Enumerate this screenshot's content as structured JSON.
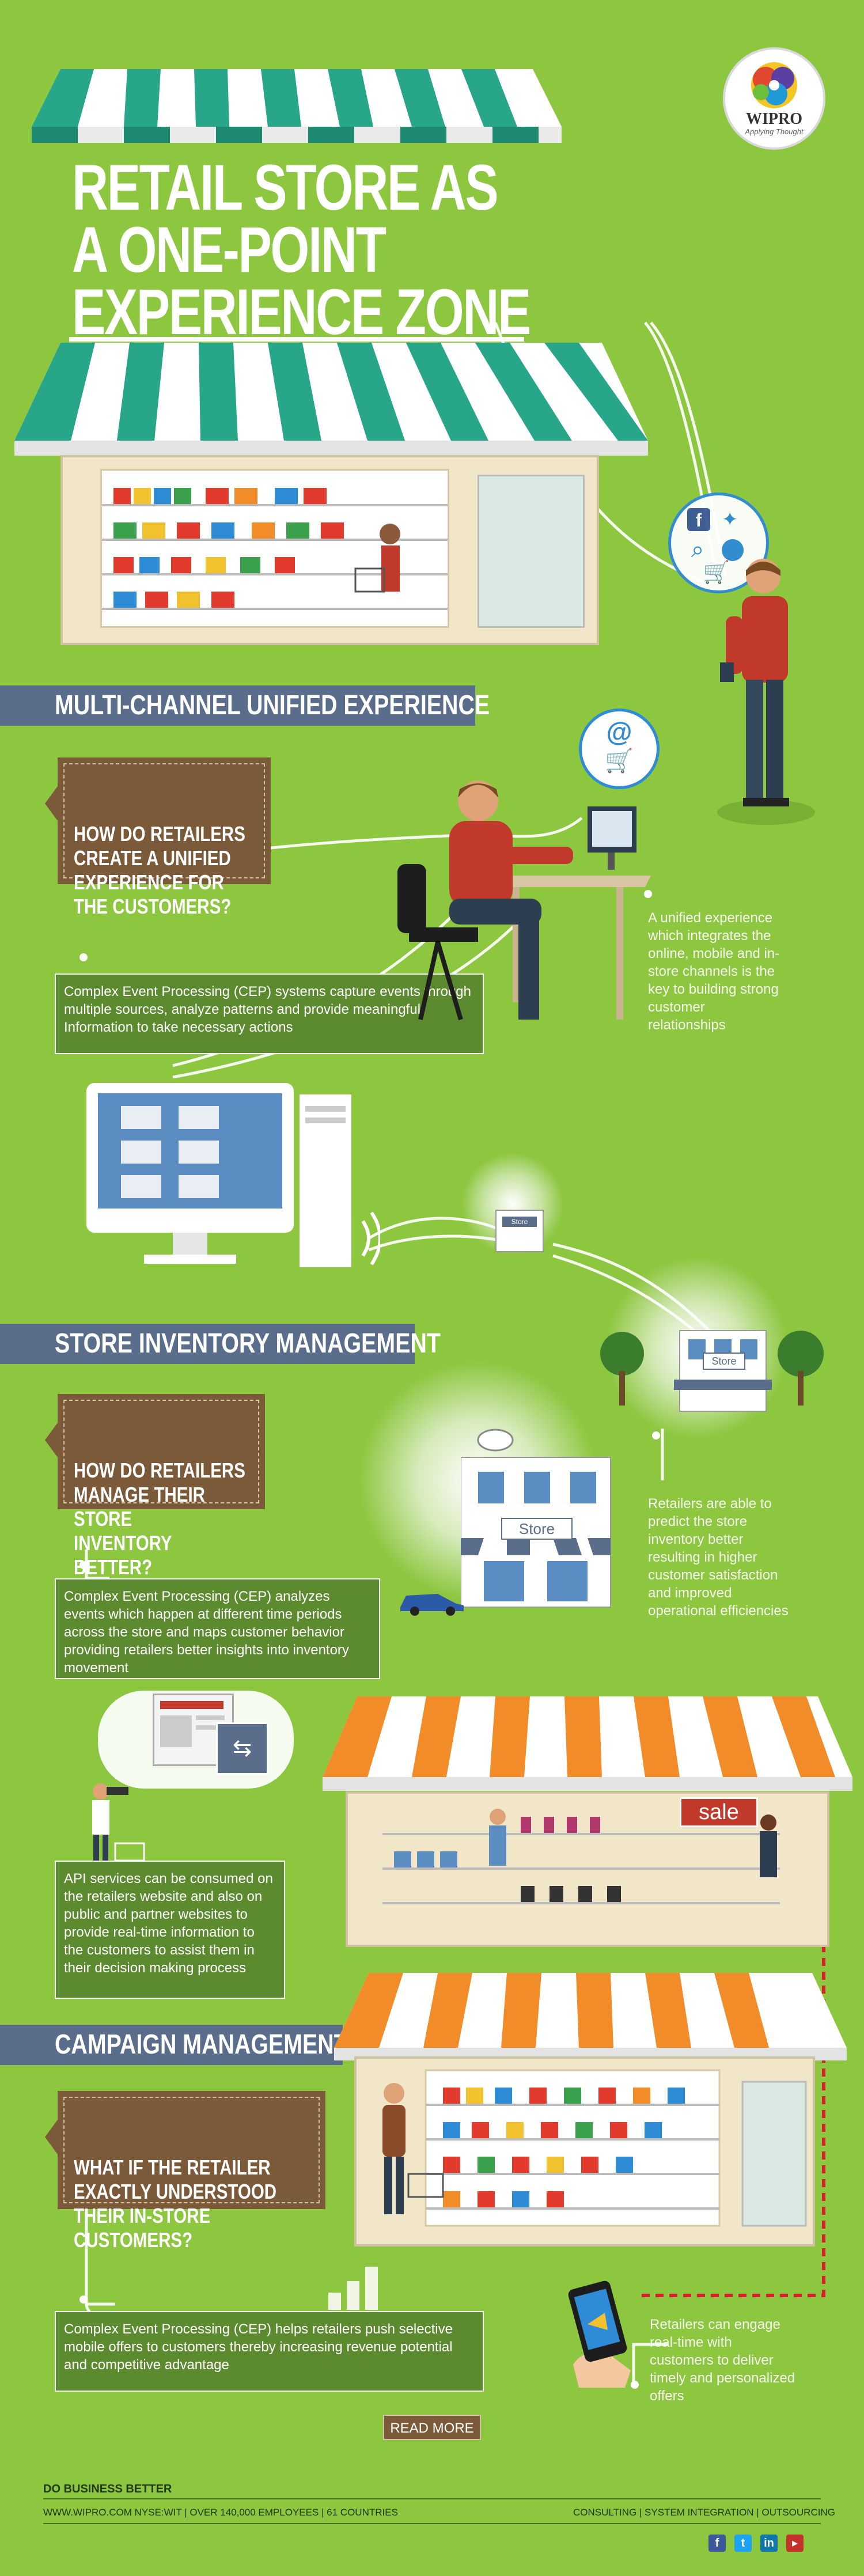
{
  "brand": {
    "name": "WIPRO",
    "tagline": "Applying Thought"
  },
  "title_lines": [
    "RETAIL STORE AS",
    "A ONE-POINT",
    "EXPERIENCE ZONE"
  ],
  "sections": [
    {
      "heading": "MULTI-CHANNEL UNIFIED EXPERIENCE",
      "question": "HOW DO RETAILERS\nCREATE A UNIFIED\nEXPERIENCE FOR\nTHE CUSTOMERS?",
      "answer": "Complex Event Processing (CEP) systems capture events through multiple sources, analyze patterns and provide meaningful Information to take necessary actions",
      "note": "A unified experience which integrates the online, mobile and in-store channels is the key to building strong customer relationships"
    },
    {
      "heading": "STORE INVENTORY MANAGEMENT",
      "question": "HOW DO RETAILERS\nMANAGE THEIR STORE\nINVENTORY BETTER?",
      "answer": "Complex Event Processing (CEP) analyzes events which happen at different time periods across the store and maps customer behavior providing retailers better insights into inventory movement",
      "note": "Retailers are able to predict the store inventory better resulting in higher customer satisfaction and improved operational efficiencies"
    },
    {
      "heading": "CAMPAIGN MANAGEMENT",
      "question": "WHAT IF THE RETAILER\nEXACTLY UNDERSTOOD\nTHEIR IN-STORE CUSTOMERS?",
      "answer": "Complex Event Processing (CEP)  helps retailers push selective mobile offers to customers thereby increasing revenue potential and competitive advantage",
      "note": "Retailers can engage real-time with customers to deliver timely and personalized offers"
    }
  ],
  "api_box": "API services can be consumed on the retailers website and also on public and partner websites to provide real-time information to the customers to assist them in their decision making process",
  "store_signs": [
    "Store",
    "Store",
    "Store"
  ],
  "sale_sign": "sale",
  "read_more": "READ MORE",
  "footer": {
    "slogan": "DO BUSINESS BETTER",
    "left": "WWW.WIPRO.COM     NYSE:WIT | OVER 140,000 EMPLOYEES | 61 COUNTRIES",
    "right": "CONSULTING | SYSTEM INTEGRATION | OUTSOURCING"
  },
  "social_icons": [
    "facebook-icon",
    "twitter-icon",
    "linkedin-icon",
    "youtube-icon"
  ],
  "colors": {
    "background": "#8dc63f",
    "section_bar": "#5a6e8c",
    "question_tag": "#7b5a3a",
    "answer_box": "#5c8a2e",
    "awning_teal": "#27a689",
    "awning_orange": "#f28c28"
  }
}
